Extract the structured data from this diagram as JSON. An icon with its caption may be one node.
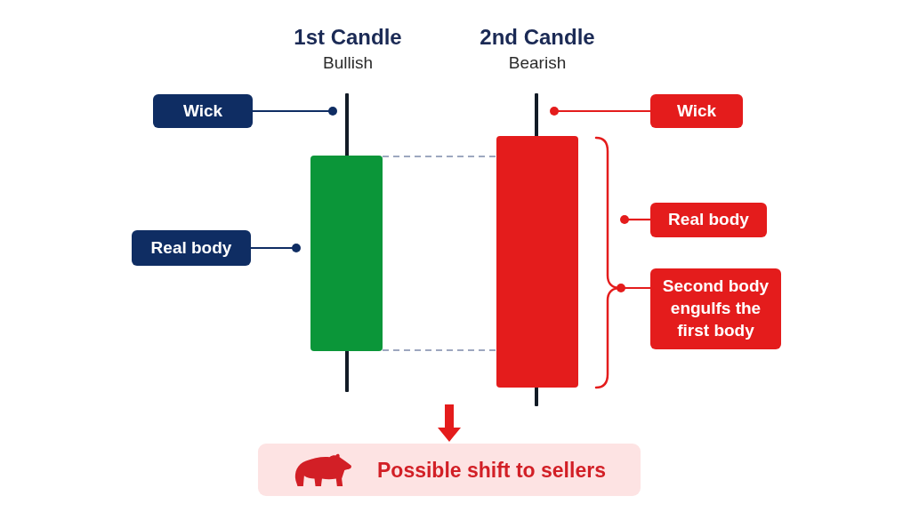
{
  "diagram": {
    "nodes": [
      {
        "text": [
          "1st Candle",
          "Bullish"
        ]
      },
      {
        "text": [],
        "shape": "bar",
        "in": 0
      },
      {
        "text": [],
        "shape": "box",
        "in": 0
      },
      {
        "text": [
          "Wick"
        ]
      },
      {
        "text": [
          "Real body"
        ]
      },
      {
        "text": [
          "2nd Candle",
          "Bearish"
        ]
      },
      {
        "text": [],
        "shape": "bar",
        "in": 5
      },
      {
        "text": [],
        "shape": "box",
        "in": 5
      },
      {
        "text": [],
        "shape": "bracket"
      },
      {
        "text": [
          "Wick"
        ]
      },
      {
        "text": [
          "Real body"
        ]
      },
      {
        "text": [
          "Second body engulfs the first body"
        ]
      },
      {
        "text": [
          "Possible shift to sellers"
        ]
      }
    ],
    "edges": [
      {
        "from": 3,
        "to": 1,
        "arrow": "other",
        "color": "#0f2d63"
      },
      {
        "from": 4,
        "to": 2,
        "arrow": "other",
        "color": "#0f2d63"
      },
      {
        "from": 9,
        "to": 6,
        "arrow": "other"
      },
      {
        "from": 10,
        "to": 8,
        "arrow": "other"
      },
      {
        "from": 11,
        "to": 8,
        "arrow": "other"
      },
      {
        "from": 2,
        "to": 7,
        "arrow": "none",
        "style": "dashed",
        "color": "#7d8bab"
      },
      {
        "from": 2,
        "to": 7,
        "arrow": "none",
        "style": "dashed",
        "color": "#7d8bab"
      },
      {
        "from": null,
        "to": 12,
        "arrow": "to",
        "style": "thick"
      }
    ]
  }
}
